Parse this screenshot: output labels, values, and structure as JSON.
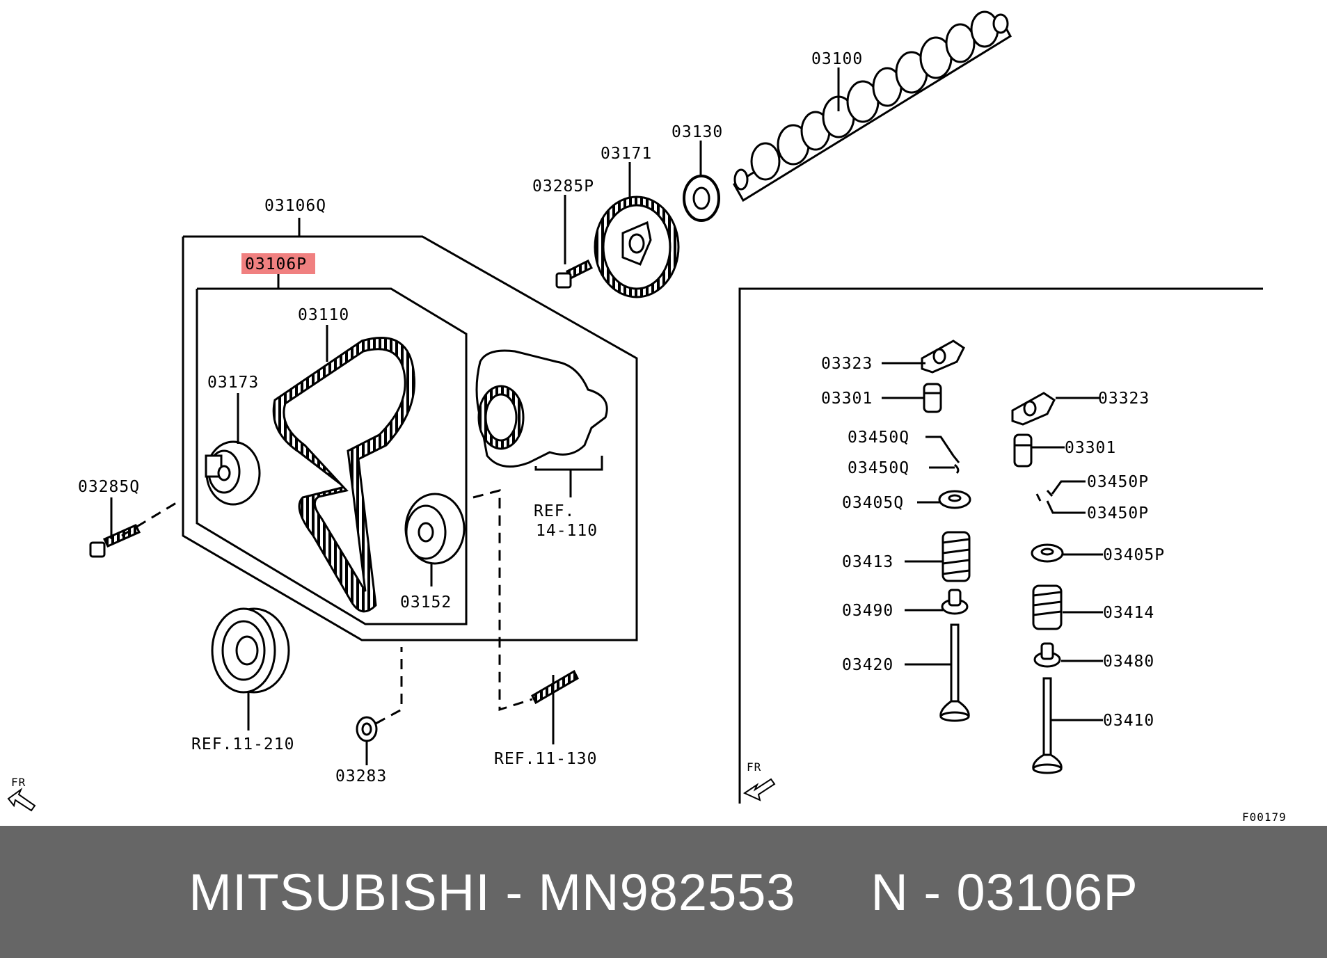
{
  "labels": {
    "camshaft": "03100",
    "seal": "03130",
    "sprocket": "03171",
    "sprocket_bolt": "03285P",
    "kit_outer": "03106Q",
    "kit_inner": "03106P",
    "belt": "03110",
    "tensioner": "03173",
    "tensioner_bolt": "03285Q",
    "idler": "03152",
    "water_pump_ref_1": "REF.",
    "water_pump_ref_2": "14-110",
    "crank_pulley_ref": "REF.11-210",
    "nut": "03283",
    "stud_ref": "REF.11-130",
    "rocker_left": "03323",
    "adjuster_left": "03301",
    "rocker_right": "03323",
    "adjuster_right": "03301",
    "cotter_q1": "03450Q",
    "cotter_q2": "03450Q",
    "cotter_p1": "03450P",
    "cotter_p2": "03450P",
    "retainer_q": "03405Q",
    "retainer_p": "03405P",
    "spring_left": "03413",
    "spring_right": "03414",
    "stem_seal_left": "03490",
    "stem_seal_right": "03480",
    "valve_left": "03420",
    "valve_right": "03410",
    "fr_left": "FR",
    "fr_right": "FR",
    "figure_code": "F00179"
  },
  "highlight_color": "#f08080",
  "footer": {
    "text": "MITSUBISHI - MN982553     N - 03106P"
  }
}
